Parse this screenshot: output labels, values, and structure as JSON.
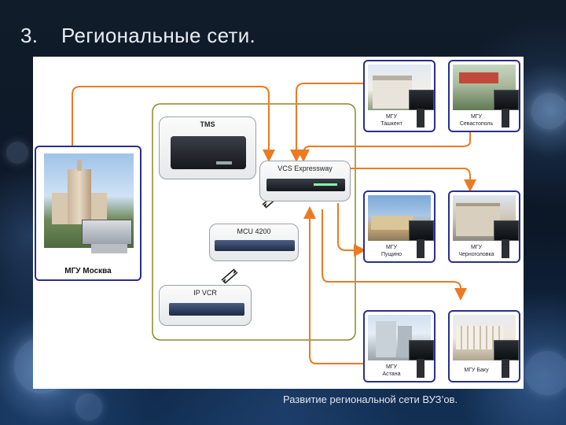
{
  "slide": {
    "number": "3.",
    "title": "Региональные сети.",
    "caption": "Развитие региональной сети ВУЗ’ов."
  },
  "devices": {
    "tms": "TMS",
    "vcs": "VCS Expressway",
    "mcu": "MCU 4200",
    "ipvcr": "IP VCR"
  },
  "main_site": {
    "label": "МГУ Москва"
  },
  "sites": [
    {
      "line1": "МГУ",
      "line2": "Ташкент"
    },
    {
      "line1": "МГУ",
      "line2": "Севастополь"
    },
    {
      "line1": "МГУ",
      "line2": "Пущино"
    },
    {
      "line1": "МГУ",
      "line2": "Черноголовка"
    },
    {
      "line1": "МГУ",
      "line2": "Астана"
    },
    {
      "line1": "МГУ Баку",
      "line2": ""
    }
  ],
  "colors": {
    "link_arrow": "#ec7a22",
    "box_border": "#2a2f8c",
    "group_border": "#8a8a2a",
    "title_text": "#e9edf3"
  }
}
